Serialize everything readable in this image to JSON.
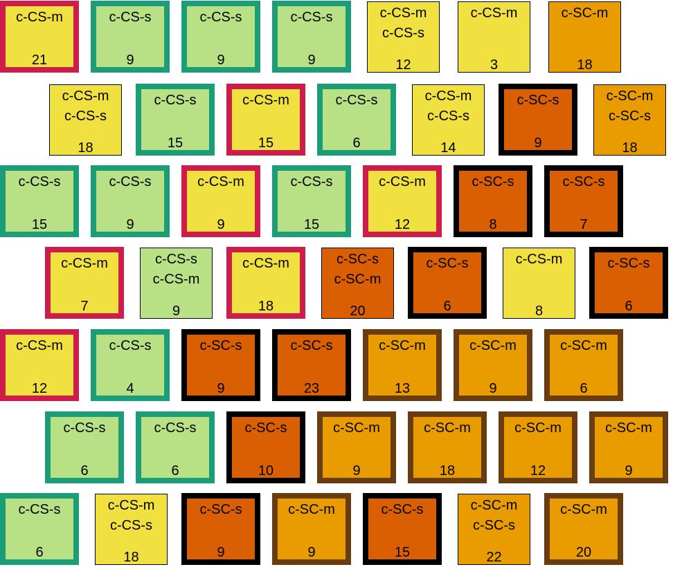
{
  "colors": {
    "light-green": "#b8e186",
    "yellow": "#f0e040",
    "orange": "#e89c00",
    "dark-orange": "#d95f02",
    "border-red": "#d01c4b",
    "border-teal": "#1b9e77",
    "border-black": "#000000",
    "border-brown": "#6a3d10"
  },
  "rows": [
    [
      {
        "labels": [
          "c-CS-m"
        ],
        "value": "21",
        "fill": "yellow",
        "border": "red"
      },
      {
        "labels": [
          "c-CS-s"
        ],
        "value": "9",
        "fill": "light-green",
        "border": "teal"
      },
      {
        "labels": [
          "c-CS-s"
        ],
        "value": "9",
        "fill": "light-green",
        "border": "teal"
      },
      {
        "labels": [
          "c-CS-s"
        ],
        "value": "9",
        "fill": "light-green",
        "border": "teal"
      },
      {
        "labels": [
          "c-CS-m",
          "c-CS-s"
        ],
        "value": "12",
        "fill": "yellow",
        "border": "thin"
      },
      {
        "labels": [
          "c-CS-m"
        ],
        "value": "3",
        "fill": "yellow",
        "border": "thin"
      },
      {
        "labels": [
          "c-SC-m"
        ],
        "value": "18",
        "fill": "orange",
        "border": "thin"
      }
    ],
    [
      {
        "labels": [
          "c-CS-m",
          "c-CS-s"
        ],
        "value": "18",
        "fill": "yellow",
        "border": "thin"
      },
      {
        "labels": [
          "c-CS-s"
        ],
        "value": "15",
        "fill": "light-green",
        "border": "teal"
      },
      {
        "labels": [
          "c-CS-m"
        ],
        "value": "15",
        "fill": "yellow",
        "border": "red"
      },
      {
        "labels": [
          "c-CS-s"
        ],
        "value": "6",
        "fill": "light-green",
        "border": "teal"
      },
      {
        "labels": [
          "c-CS-m",
          "c-CS-s"
        ],
        "value": "14",
        "fill": "yellow",
        "border": "thin"
      },
      {
        "labels": [
          "c-SC-s"
        ],
        "value": "9",
        "fill": "dark-orange",
        "border": "black"
      },
      {
        "labels": [
          "c-SC-m",
          "c-SC-s"
        ],
        "value": "18",
        "fill": "orange",
        "border": "thin"
      }
    ],
    [
      {
        "labels": [
          "c-CS-s"
        ],
        "value": "15",
        "fill": "light-green",
        "border": "teal"
      },
      {
        "labels": [
          "c-CS-s"
        ],
        "value": "9",
        "fill": "light-green",
        "border": "teal"
      },
      {
        "labels": [
          "c-CS-m"
        ],
        "value": "9",
        "fill": "yellow",
        "border": "red"
      },
      {
        "labels": [
          "c-CS-s"
        ],
        "value": "15",
        "fill": "light-green",
        "border": "teal"
      },
      {
        "labels": [
          "c-CS-m"
        ],
        "value": "12",
        "fill": "yellow",
        "border": "red"
      },
      {
        "labels": [
          "c-SC-s"
        ],
        "value": "8",
        "fill": "dark-orange",
        "border": "black"
      },
      {
        "labels": [
          "c-SC-s"
        ],
        "value": "7",
        "fill": "dark-orange",
        "border": "black"
      }
    ],
    [
      {
        "labels": [
          "c-CS-m"
        ],
        "value": "7",
        "fill": "yellow",
        "border": "red"
      },
      {
        "labels": [
          "c-CS-s",
          "c-CS-m"
        ],
        "value": "9",
        "fill": "light-green",
        "border": "thin"
      },
      {
        "labels": [
          "c-CS-m"
        ],
        "value": "18",
        "fill": "yellow",
        "border": "red"
      },
      {
        "labels": [
          "c-SC-s",
          "c-SC-m"
        ],
        "value": "20",
        "fill": "dark-orange",
        "border": "thin"
      },
      {
        "labels": [
          "c-SC-s"
        ],
        "value": "6",
        "fill": "dark-orange",
        "border": "black"
      },
      {
        "labels": [
          "c-CS-m"
        ],
        "value": "8",
        "fill": "yellow",
        "border": "thin"
      },
      {
        "labels": [
          "c-SC-s"
        ],
        "value": "6",
        "fill": "dark-orange",
        "border": "black"
      }
    ],
    [
      {
        "labels": [
          "c-CS-m"
        ],
        "value": "12",
        "fill": "yellow",
        "border": "red"
      },
      {
        "labels": [
          "c-CS-s"
        ],
        "value": "4",
        "fill": "light-green",
        "border": "teal"
      },
      {
        "labels": [
          "c-SC-s"
        ],
        "value": "9",
        "fill": "dark-orange",
        "border": "black"
      },
      {
        "labels": [
          "c-SC-s"
        ],
        "value": "23",
        "fill": "dark-orange",
        "border": "black"
      },
      {
        "labels": [
          "c-SC-m"
        ],
        "value": "13",
        "fill": "orange",
        "border": "brown"
      },
      {
        "labels": [
          "c-SC-m"
        ],
        "value": "9",
        "fill": "orange",
        "border": "brown"
      },
      {
        "labels": [
          "c-SC-m"
        ],
        "value": "6",
        "fill": "orange",
        "border": "brown"
      }
    ],
    [
      {
        "labels": [
          "c-CS-s"
        ],
        "value": "6",
        "fill": "light-green",
        "border": "teal"
      },
      {
        "labels": [
          "c-CS-s"
        ],
        "value": "6",
        "fill": "light-green",
        "border": "teal"
      },
      {
        "labels": [
          "c-SC-s"
        ],
        "value": "10",
        "fill": "dark-orange",
        "border": "black"
      },
      {
        "labels": [
          "c-SC-m"
        ],
        "value": "9",
        "fill": "orange",
        "border": "brown"
      },
      {
        "labels": [
          "c-SC-m"
        ],
        "value": "18",
        "fill": "orange",
        "border": "brown"
      },
      {
        "labels": [
          "c-SC-m"
        ],
        "value": "12",
        "fill": "orange",
        "border": "brown"
      },
      {
        "labels": [
          "c-SC-m"
        ],
        "value": "9",
        "fill": "orange",
        "border": "brown"
      }
    ],
    [
      {
        "labels": [
          "c-CS-s"
        ],
        "value": "6",
        "fill": "light-green",
        "border": "teal"
      },
      {
        "labels": [
          "c-CS-m",
          "c-CS-s"
        ],
        "value": "18",
        "fill": "yellow",
        "border": "thin"
      },
      {
        "labels": [
          "c-SC-s"
        ],
        "value": "9",
        "fill": "dark-orange",
        "border": "black"
      },
      {
        "labels": [
          "c-SC-m"
        ],
        "value": "9",
        "fill": "orange",
        "border": "brown"
      },
      {
        "labels": [
          "c-SC-s"
        ],
        "value": "15",
        "fill": "dark-orange",
        "border": "black"
      },
      {
        "labels": [
          "c-SC-m",
          "c-SC-s"
        ],
        "value": "22",
        "fill": "orange",
        "border": "thin"
      },
      {
        "labels": [
          "c-SC-m"
        ],
        "value": "20",
        "fill": "orange",
        "border": "brown"
      }
    ]
  ]
}
